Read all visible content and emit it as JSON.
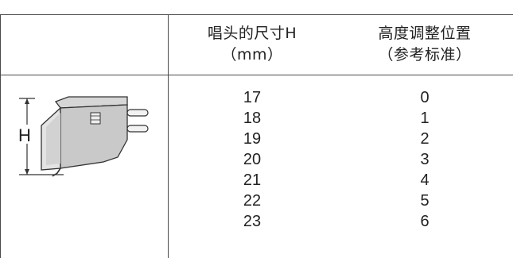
{
  "table": {
    "headers": {
      "height": {
        "line1": "唱头的尺寸H",
        "line2": "（mm）"
      },
      "position": {
        "line1": "高度调整位置",
        "line2": "（参考标准）"
      }
    },
    "rows": [
      {
        "h": "17",
        "pos": "0"
      },
      {
        "h": "18",
        "pos": "1"
      },
      {
        "h": "19",
        "pos": "2"
      },
      {
        "h": "20",
        "pos": "3"
      },
      {
        "h": "21",
        "pos": "4"
      },
      {
        "h": "22",
        "pos": "5"
      },
      {
        "h": "23",
        "pos": "6"
      }
    ]
  },
  "diagram": {
    "dimension_label": "H",
    "icon": "cartridge-icon"
  }
}
